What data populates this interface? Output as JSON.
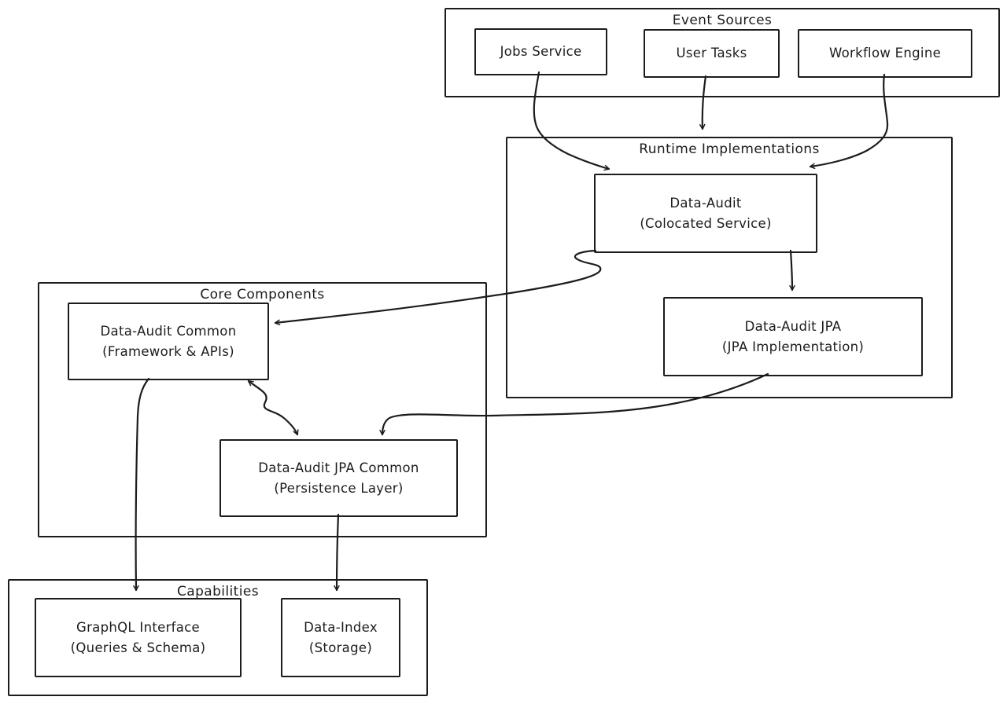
{
  "diagram": {
    "background_color": "#ffffff",
    "stroke_color": "#1c1c1c",
    "style": "hand-drawn",
    "groups": {
      "event_sources": {
        "title": "Event Sources"
      },
      "runtime_implementations": {
        "title": "Runtime Implementations"
      },
      "core_components": {
        "title": "Core Components"
      },
      "capabilities": {
        "title": "Capabilities"
      }
    },
    "nodes": {
      "jobs_service": {
        "label": "Jobs Service"
      },
      "user_tasks": {
        "label": "User Tasks"
      },
      "workflow_engine": {
        "label": "Workflow Engine"
      },
      "data_audit": {
        "label": "Data-Audit",
        "sublabel": "(Colocated Service)"
      },
      "data_audit_jpa": {
        "label": "Data-Audit JPA",
        "sublabel": "(JPA Implementation)"
      },
      "data_audit_common": {
        "label": "Data-Audit Common",
        "sublabel": "(Framework & APIs)"
      },
      "data_audit_jpa_common": {
        "label": "Data-Audit JPA Common",
        "sublabel": "(Persistence Layer)"
      },
      "graphql_interface": {
        "label": "GraphQL Interface",
        "sublabel": "(Queries & Schema)"
      },
      "data_index": {
        "label": "Data-Index",
        "sublabel": "(Storage)"
      }
    },
    "edges": [
      {
        "from": "jobs_service",
        "to": "data_audit",
        "bidirectional": false
      },
      {
        "from": "user_tasks",
        "to": "runtime_implementations",
        "bidirectional": false
      },
      {
        "from": "workflow_engine",
        "to": "data_audit",
        "bidirectional": false
      },
      {
        "from": "data_audit",
        "to": "data_audit_jpa",
        "bidirectional": false
      },
      {
        "from": "data_audit",
        "to": "data_audit_common",
        "bidirectional": false
      },
      {
        "from": "data_audit_jpa",
        "to": "data_audit_jpa_common",
        "bidirectional": false
      },
      {
        "from": "data_audit_common",
        "to": "data_audit_jpa_common",
        "bidirectional": true
      },
      {
        "from": "data_audit_common",
        "to": "graphql_interface",
        "bidirectional": false
      },
      {
        "from": "data_audit_jpa_common",
        "to": "data_index",
        "bidirectional": false
      }
    ]
  }
}
